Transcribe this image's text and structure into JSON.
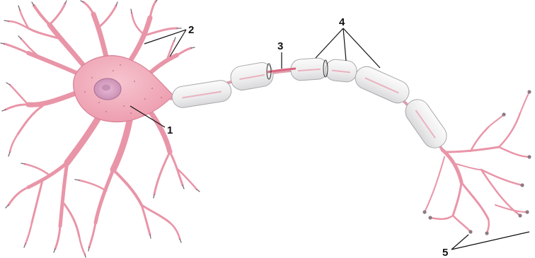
{
  "labels": {
    "dendrites": "2",
    "cell_body": "1",
    "node_of_ranvier": "3",
    "myelin_sheath": "4",
    "axon_terminals": "5"
  },
  "colors": {
    "cell_pink": "#f1a9b8",
    "cell_outline": "#c9788c",
    "nucleus": "#c98fb5",
    "myelin_fill": "#f3f1f2",
    "myelin_outline": "#a9a9ab",
    "axon_core": "#e59aaa",
    "branch_tip": "#7b6a72",
    "label_text": "#111111"
  }
}
